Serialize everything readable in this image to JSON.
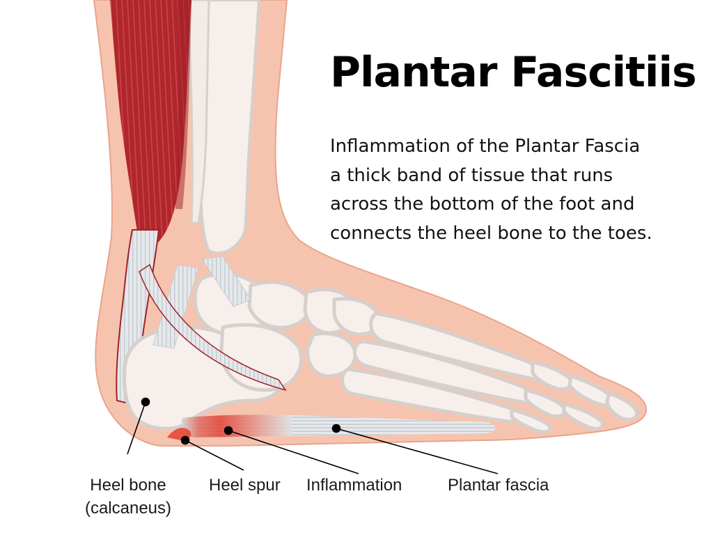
{
  "title": "Plantar Fascitiis",
  "description": {
    "lines": [
      "Inflammation of the Plantar Fascia",
      "a thick band of tissue that runs",
      "across the bottom of the foot and",
      "connects the heel bone to the toes."
    ]
  },
  "labels": {
    "heel_bone": {
      "line1": "Heel bone",
      "line2": "(calcaneus)"
    },
    "heel_spur": "Heel spur",
    "inflammation": "Inflammation",
    "plantar_fascia": "Plantar fascia"
  },
  "colors": {
    "skin": "#f6c4ae",
    "skin_outline": "#e8a48a",
    "bone": "#f7efec",
    "bone_shadow": "#d6cfcc",
    "muscle": "#b0262c",
    "tendon": "#dfe3e6",
    "inflammation": "#e5483a",
    "pointer": "#000000",
    "text": "#000000"
  }
}
